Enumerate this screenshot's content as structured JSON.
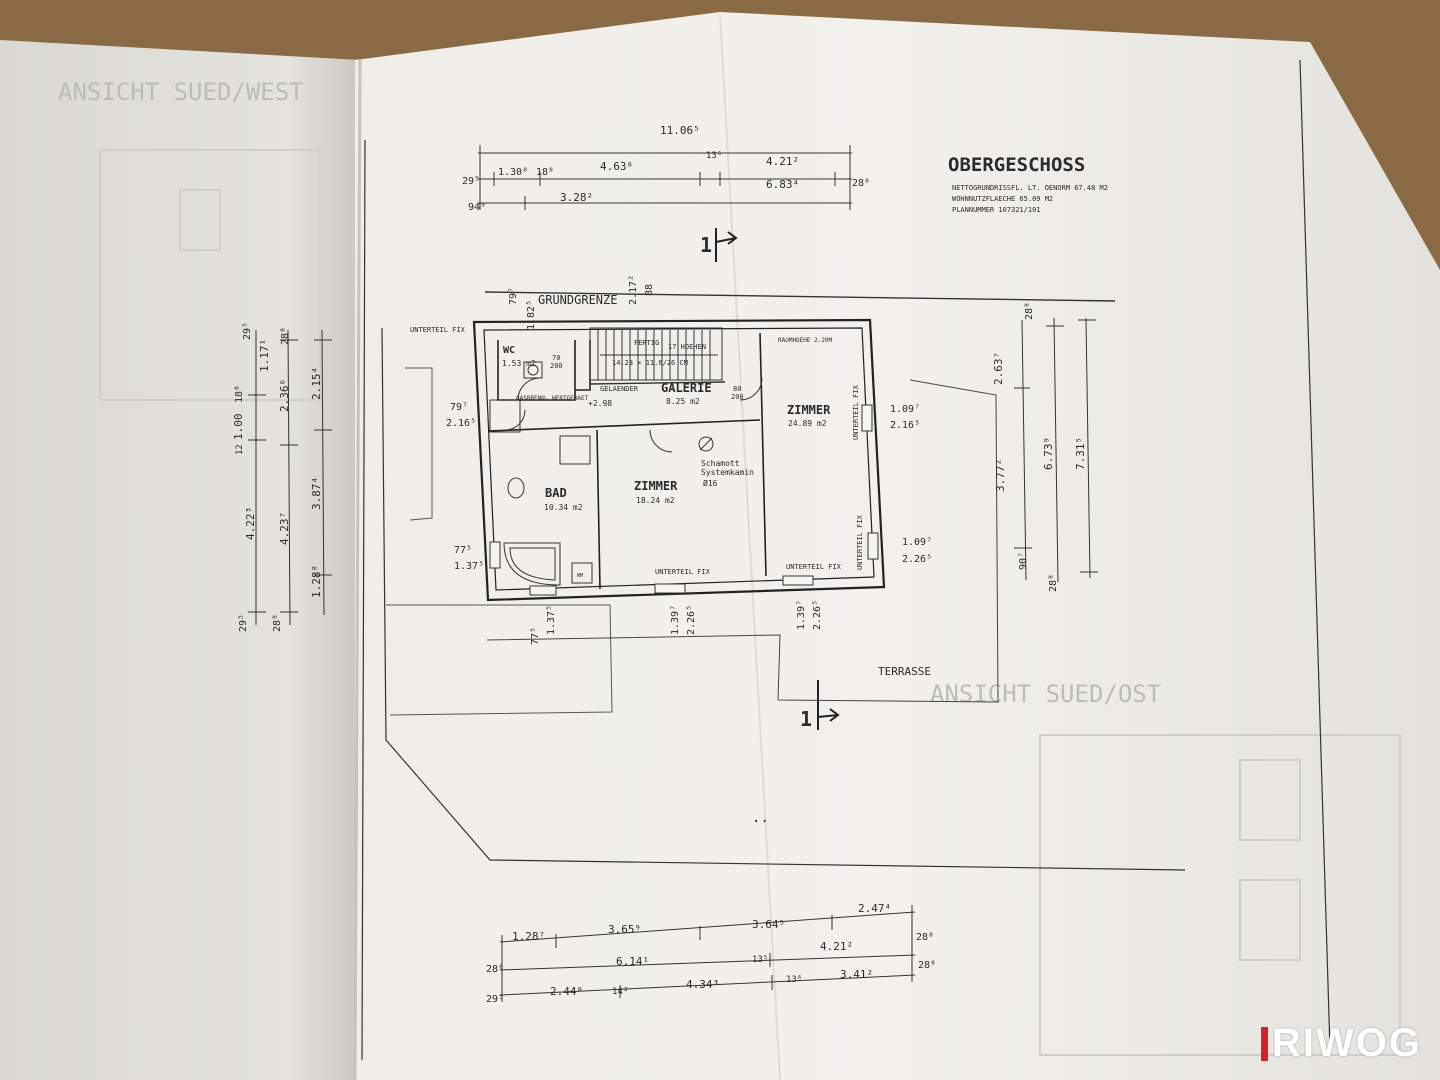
{
  "sheet": {
    "title": "OBERGESCHOSS",
    "info": [
      "NETTOGRUNDRISSFL. LT. OENORM 67.48 M2",
      "WOHNNUTZFLAECHE 65.09 M2",
      "PLANNUMMER 107321/101"
    ],
    "faint_left": "ANSICHT SUED/WEST",
    "faint_right": "ANSICHT SUED/OST",
    "section_mark": "1"
  },
  "labels": {
    "grundgrenze": "GRUNDGRENZE",
    "unterteil_fix": "UNTERTEIL FIX",
    "gastherme": "GASBRENN-\nWERTGERAET",
    "gelaender": "GELAENDER",
    "raumhoehe": "RAUMHOEHE 2.20M",
    "stair_a": "FERTIG",
    "stair_b": "17 HOEHEN",
    "stair_c": "14.23 × 11.6/26 CM",
    "schamott_1": "Schamott",
    "schamott_2": "Systemkamin",
    "schamott_3": "Ø16",
    "level": "+2.98",
    "terrasse": "TERRASSE",
    "door_70": "70",
    "door_200": "200",
    "door_80": "80",
    "door_200b": "200",
    "wm": "WM"
  },
  "rooms": {
    "wc": {
      "name": "WC",
      "area": "1.53 m2"
    },
    "galerie": {
      "name": "GALERIE",
      "area": "8.25 m2"
    },
    "zimmer_right": {
      "name": "ZIMMER",
      "area": "24.89 m2"
    },
    "bad": {
      "name": "BAD",
      "area": "10.34 m2"
    },
    "zimmer_mid": {
      "name": "ZIMMER",
      "area": "18.24 m2"
    }
  },
  "dims": {
    "top_overall": "11.06⁵",
    "top_row1": [
      "29⁵",
      "1.30⁸",
      "18⁸",
      "4.63⁸",
      "13⁶",
      "4.21²",
      "28⁸"
    ],
    "top_row2": [
      "94⁹",
      "3.28²",
      "6.83⁴"
    ],
    "bottom_row1": [
      "1.28⁷",
      "3.65⁹",
      "3.64⁵",
      "2.47⁴"
    ],
    "bottom_row2": [
      "28⁸",
      "6.14¹",
      "13⁵",
      "4.21²",
      "28⁸"
    ],
    "bottom_row3": [
      "29⁵",
      "2.44⁸",
      "14³",
      "4.34³",
      "13⁶",
      "3.41²",
      "28⁸"
    ],
    "left_a": [
      "18⁸",
      "1.00",
      "12",
      "4.22³",
      "29⁵"
    ],
    "left_b": [
      "1.17¹",
      "2.36⁶",
      "4.23⁷",
      "28⁸"
    ],
    "left_c": [
      "29⁵",
      "2.15⁴",
      "3.87⁴",
      "1.28⁸",
      "28⁸"
    ],
    "right": [
      "28⁸",
      "2.63⁷",
      "3.77²",
      "90⁷",
      "6.73⁹",
      "7.31⁵",
      "28⁸"
    ],
    "openings": [
      "79⁷",
      "2.16⁵",
      "77⁵",
      "1.37⁵",
      "1.09⁷",
      "2.16⁵",
      "1.09⁷",
      "2.26⁵",
      "77⁵",
      "1.37⁵",
      "1.39⁷",
      "2.26⁵",
      "1.39⁷",
      "2.26⁵",
      "79⁷",
      "1.82⁵",
      "2.17²",
      "88"
    ]
  },
  "brand": {
    "name": "RIWOG",
    "accent": "#d4202c"
  }
}
